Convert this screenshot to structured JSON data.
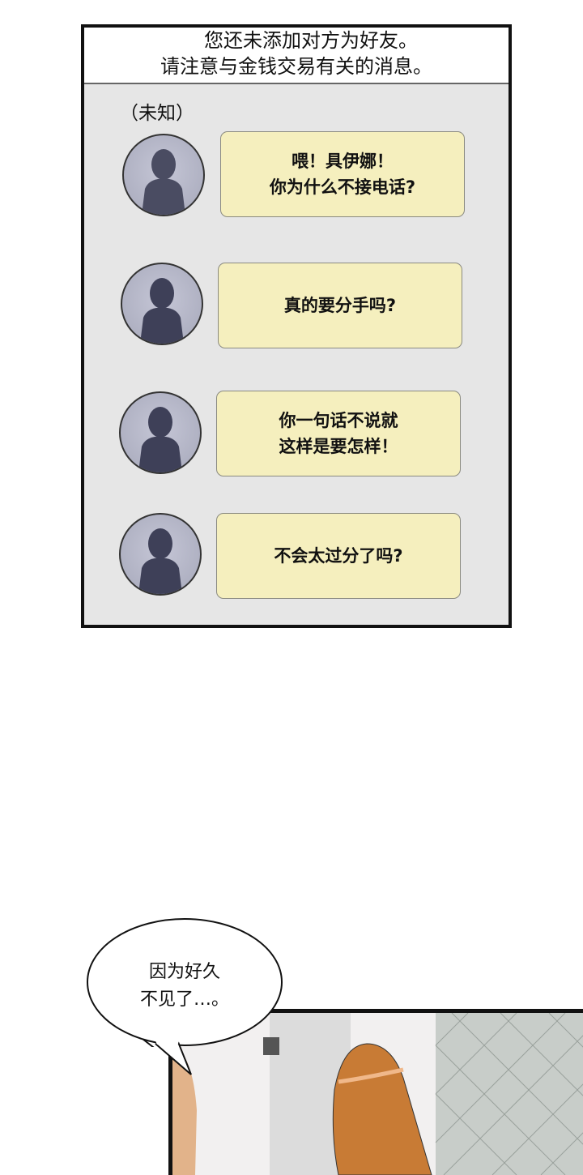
{
  "chat_panel": {
    "notice": [
      "您还未添加对方为好友。",
      "请注意与金钱交易有关的消息。"
    ],
    "sender_name": "（未知）",
    "messages": [
      {
        "lines": [
          "喂！具伊娜！",
          "你为什么不接电话?"
        ]
      },
      {
        "lines": [
          "真的要分手吗?"
        ]
      },
      {
        "lines": [
          "你一句话不说就",
          "这样是要怎样！"
        ]
      },
      {
        "lines": [
          "不会太过分了吗?"
        ]
      }
    ],
    "colors": {
      "bubble": "#f5efbe",
      "background": "#e6e6e6",
      "avatar": "#a6a8ba",
      "silhouette": "#4a4c62"
    }
  },
  "scene_panel": {
    "speech": [
      "因为好久",
      "不见了…。"
    ],
    "colors": {
      "hair": "#c87b35",
      "tile": "#c8cdc9"
    }
  }
}
